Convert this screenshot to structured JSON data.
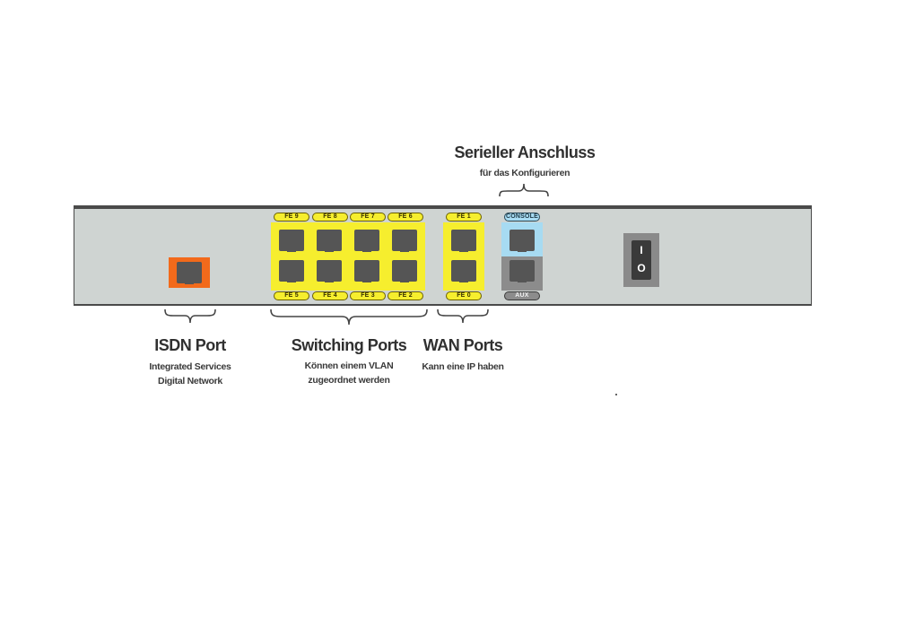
{
  "serial": {
    "title": "Serieller Anschluss",
    "subtitle": "für das Konfigurieren"
  },
  "ports": {
    "switching_top": [
      "FE 9",
      "FE 8",
      "FE 7",
      "FE 6"
    ],
    "switching_bottom": [
      "FE 5",
      "FE 4",
      "FE 3",
      "FE 2"
    ],
    "wan_top": "FE 1",
    "wan_bottom": "FE 0",
    "console": "CONSOLE",
    "aux": "AUX"
  },
  "power_switch": {
    "on_symbol": "I",
    "off_symbol": "O"
  },
  "labels": {
    "isdn": {
      "title": "ISDN Port",
      "line1": "Integrated Services",
      "line2": "Digital Network"
    },
    "switching": {
      "title": "Switching Ports",
      "line1": "Können einem VLAN",
      "line2": "zugeordnet werden"
    },
    "wan": {
      "title": "WAN Ports",
      "line1": "Kann eine IP haben"
    }
  },
  "colors": {
    "device_body": "#cfd4d2",
    "ethernet_port_highlight": "#f6ee2e",
    "isdn_port_highlight": "#f26a1b",
    "console_port_highlight": "#a7dbf2",
    "aux_port_highlight": "#8c8c8c"
  }
}
